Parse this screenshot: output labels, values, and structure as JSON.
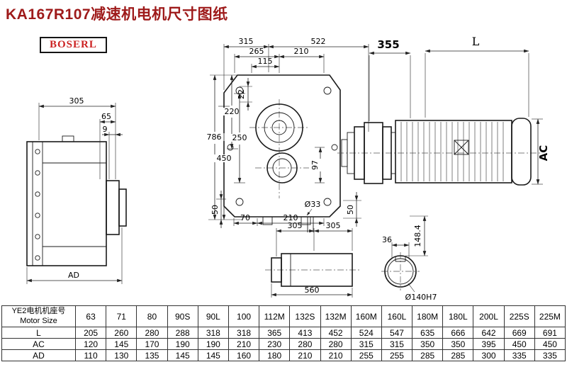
{
  "page": {
    "title": "KA167R107减速机电机尺寸图纸",
    "logo": "BOSERL"
  },
  "dims": {
    "side_305": "305",
    "side_65": "65",
    "side_9": "9",
    "side_ad": "AD",
    "front_315": "315",
    "front_522": "522",
    "front_265": "265",
    "front_210": "210",
    "front_115": "115",
    "front_22": "22",
    "front_220": "220",
    "front_250": "250",
    "front_450": "450",
    "front_786": "786",
    "front_97": "97",
    "front_50_left": "50",
    "front_70": "70",
    "front_210_bottom": "210",
    "front_d33": "Ø33",
    "front_50_right": "50",
    "motor_355": "355",
    "motor_l": "L",
    "motor_ac": "AC",
    "shaft_305_left": "305",
    "shaft_305_right": "305",
    "shaft_560": "560",
    "end_36": "36",
    "end_148_4": "148.4",
    "end_d140": "Ø140H7"
  },
  "table": {
    "header_cn": "YE2电机机座号",
    "header_en": "Motor Size",
    "sizes": [
      "63",
      "71",
      "80",
      "90S",
      "90L",
      "100",
      "112M",
      "132S",
      "132M",
      "160M",
      "160L",
      "180M",
      "180L",
      "200L",
      "225S",
      "225M"
    ],
    "rows": [
      {
        "label": "L",
        "values": [
          "205",
          "260",
          "280",
          "288",
          "318",
          "318",
          "365",
          "413",
          "452",
          "524",
          "547",
          "635",
          "666",
          "642",
          "669",
          "691"
        ]
      },
      {
        "label": "AC",
        "values": [
          "120",
          "145",
          "170",
          "190",
          "190",
          "210",
          "230",
          "280",
          "280",
          "315",
          "315",
          "350",
          "350",
          "395",
          "450",
          "450"
        ]
      },
      {
        "label": "AD",
        "values": [
          "110",
          "130",
          "135",
          "145",
          "145",
          "160",
          "180",
          "210",
          "210",
          "255",
          "255",
          "285",
          "285",
          "300",
          "335",
          "335"
        ]
      }
    ]
  }
}
